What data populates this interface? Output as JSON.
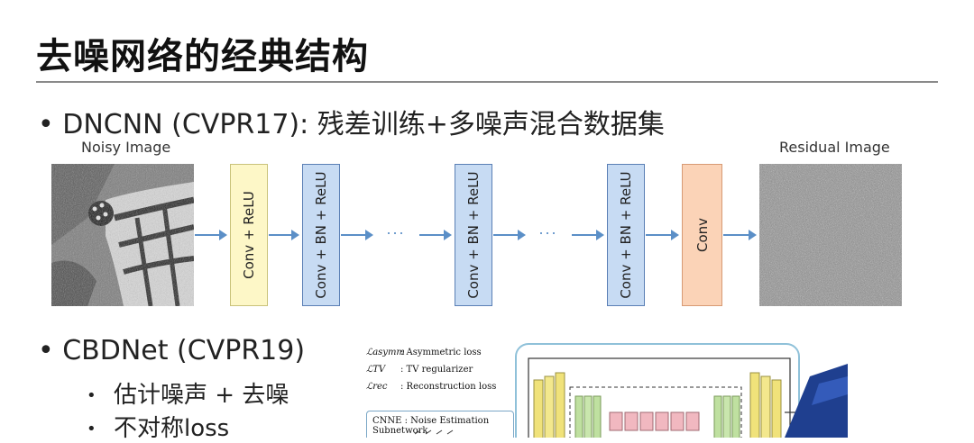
{
  "title": "去噪网络的经典结构",
  "dncnn": {
    "bullet": "• DNCNN (CVPR17): 残差训练+多噪声混合数据集",
    "noisy_caption": "Noisy Image",
    "residual_caption": "Residual Image",
    "layers": [
      {
        "label": "Conv + ReLU",
        "fill": "#fdf7c7"
      },
      {
        "label": "Conv + BN + ReLU",
        "fill": "#c7dbf3"
      },
      {
        "label": "Conv + BN + ReLU",
        "fill": "#c7dbf3"
      },
      {
        "label": "Conv + BN + ReLU",
        "fill": "#c7dbf3"
      },
      {
        "label": "Conv",
        "fill": "#fbd3b7"
      }
    ],
    "ellipsis": "···"
  },
  "cbdnet": {
    "bullet": "• CBDNet (CVPR19)",
    "subs": [
      "估计噪声 + 去噪",
      "不对称loss"
    ],
    "sub_bullet": "•",
    "legend": [
      {
        "sym": "ℒasymm",
        "text": ": Asymmetric loss"
      },
      {
        "sym": "ℒTV",
        "text": ": TV regularizer"
      },
      {
        "sym": "ℒrec",
        "text": ": Reconstruction loss"
      }
    ],
    "subnet_label": "CNNE : Noise Estimation Subnetwork"
  },
  "colors": {
    "arrow": "#5b8fc7",
    "rule": "#8a8a8a",
    "accent_blue": "#1f3f8f"
  }
}
